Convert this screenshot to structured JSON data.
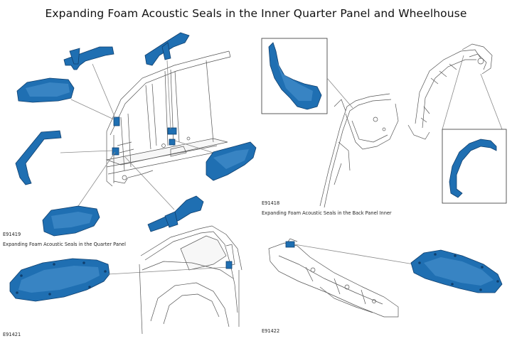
{
  "title": "Expanding Foam Acoustic Seals in the Inner Quarter Panel and Wheelhouse",
  "panels": {
    "top_left": {
      "figure_id": "E91419"
    },
    "top_right": {
      "figure_id": "E91418",
      "caption": "Expanding Foam Acoustic Seals in the Back Panel Inner"
    },
    "bottom_left": {
      "caption": "Expanding Foam Acoustic Seals in the Quarter Panel",
      "figure_id": "E91421"
    },
    "bottom_right": {
      "figure_id": "E91422"
    }
  },
  "colors": {
    "seal_fill": "#1f6fb2",
    "seal_dark": "#0f3f6e",
    "line_art": "#555555",
    "leader": "#8a8a8a"
  }
}
